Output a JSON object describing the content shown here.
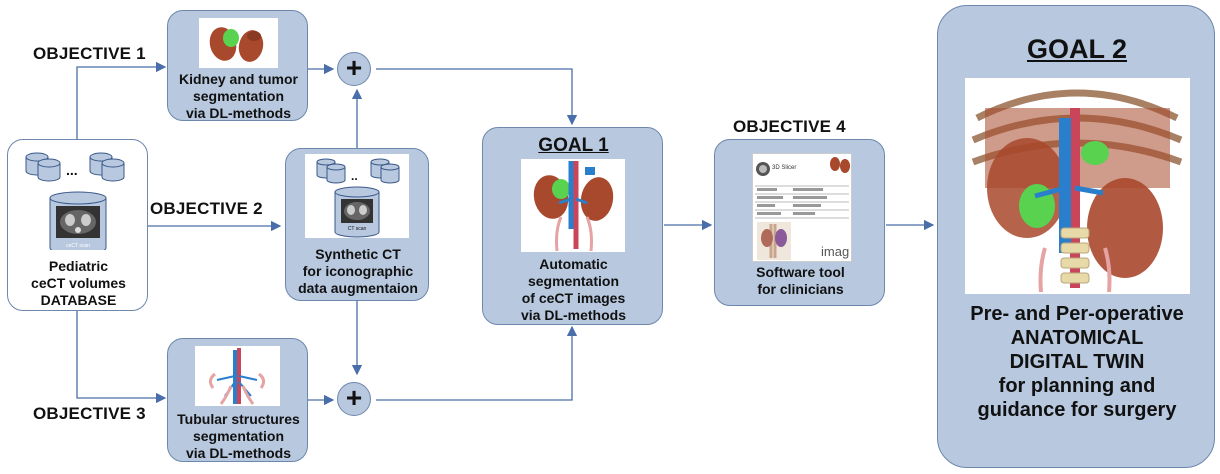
{
  "objectives": {
    "o1": "OBJECTIVE 1",
    "o2": "OBJECTIVE 2",
    "o3": "OBJECTIVE 3",
    "o4": "OBJECTIVE 4"
  },
  "database": {
    "ellipsis": "...",
    "scan_label": "ceCT scan",
    "text": "Pediatric\nceCT volumes\nDATABASE"
  },
  "kidney_box": {
    "text": "Kidney and tumor\nsegmentation\nvia DL-methods"
  },
  "synthetic_box": {
    "ellipsis": "..",
    "scan_label": "CT scan",
    "text": "Synthetic CT\nfor iconographic\ndata augmentaion"
  },
  "tubular_box": {
    "text": "Tubular structures\nsegmentation\nvia DL-methods"
  },
  "goal1": {
    "title": "GOAL 1",
    "text": "Automatic\nsegmentation\nof ceCT images\nvia DL-methods"
  },
  "software_box": {
    "text": "Software tool\nfor clinicians",
    "app_name": "3D Slicer",
    "logo_text": "imag"
  },
  "goal2": {
    "title": "GOAL 2",
    "text": "Pre- and Per-operative\nANATOMICAL\nDIGITAL TWIN\nfor planning and\nguidance for surgery"
  },
  "plus_sign": "+",
  "colors": {
    "box_fill": "#b7c8df",
    "box_border": "#6d87ad",
    "arrow": "#4a6ea9"
  }
}
